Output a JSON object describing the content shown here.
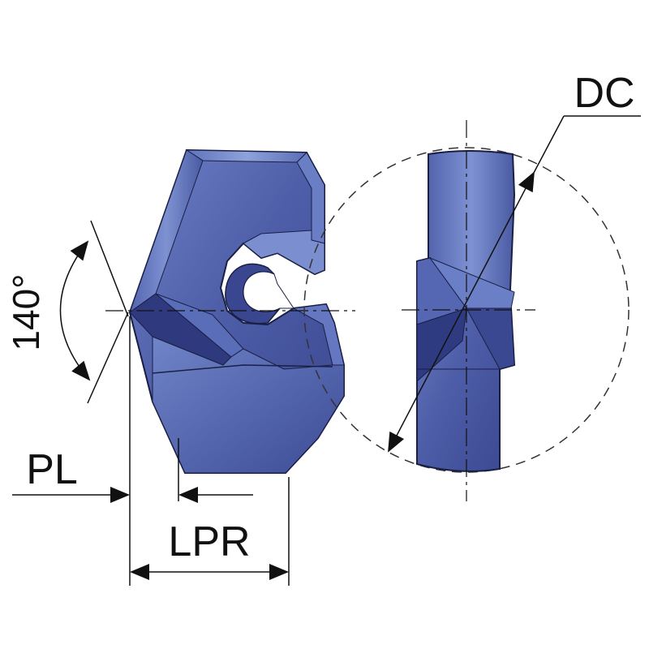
{
  "labels": {
    "angle": "140°",
    "dc": "DC",
    "pl": "PL",
    "lpr": "LPR"
  },
  "colors": {
    "body_main": "#4e5ea8",
    "body_light": "#8a9ed8",
    "body_dark": "#2c3676",
    "outline": "#1a1f44",
    "lines": "#111111"
  }
}
